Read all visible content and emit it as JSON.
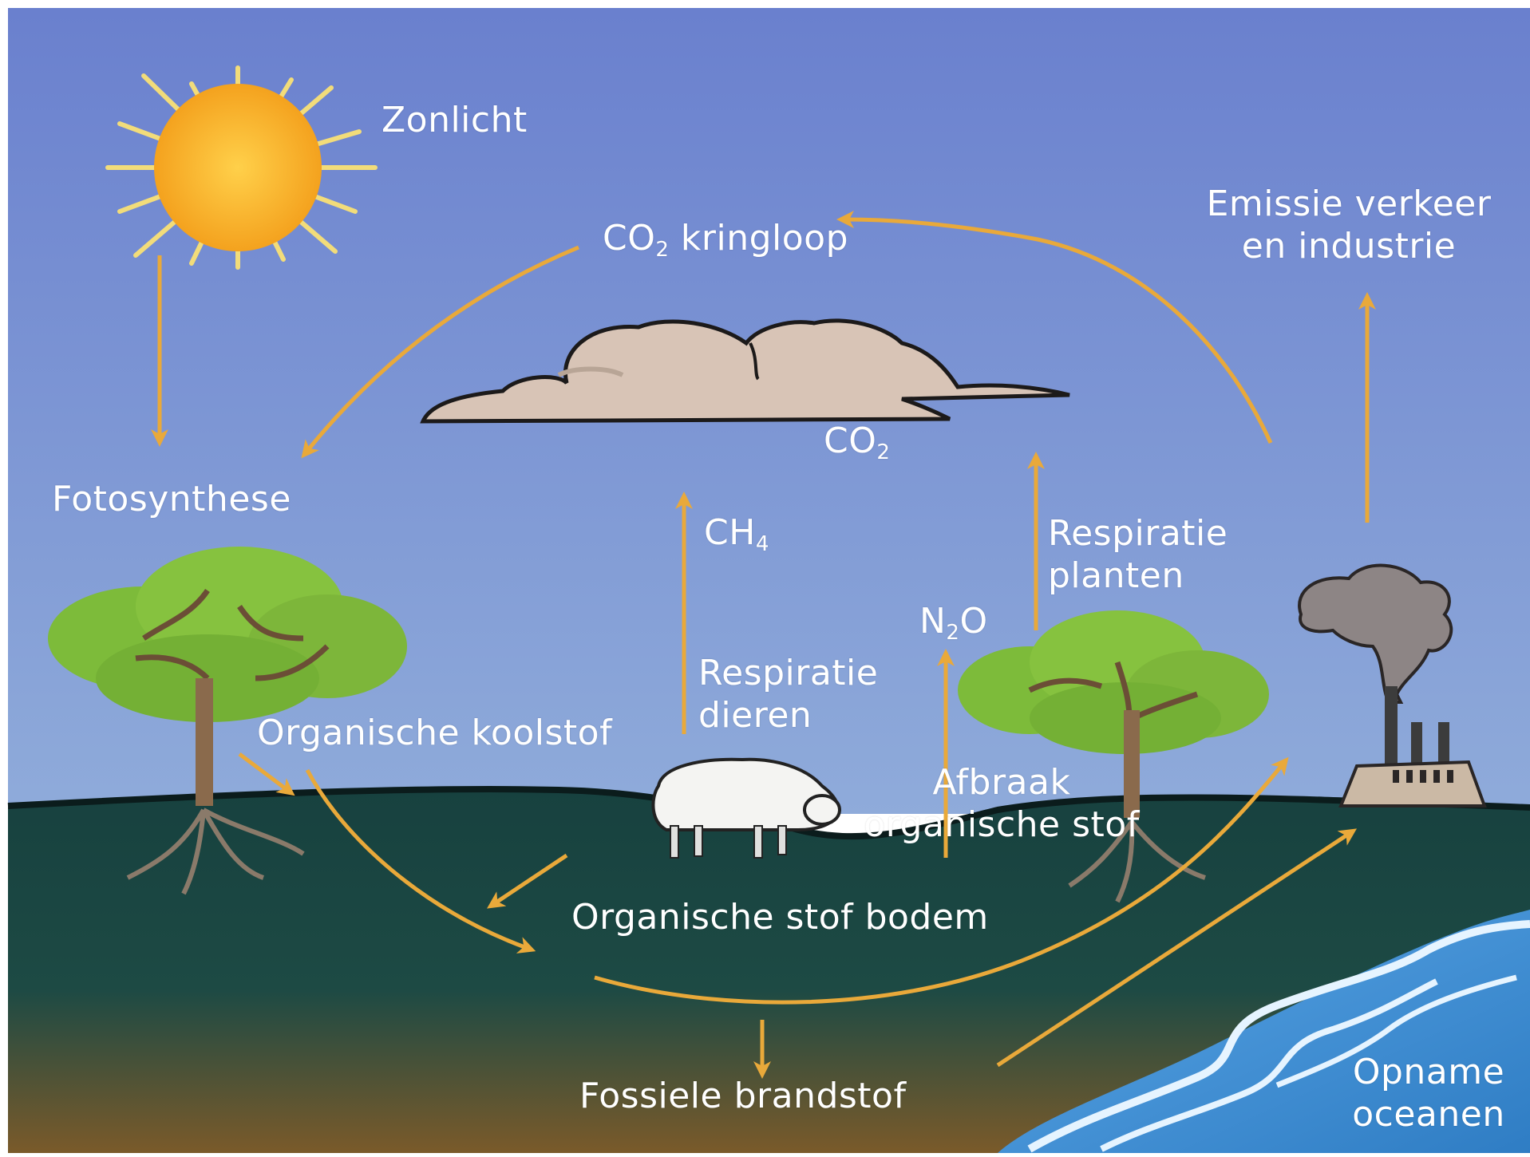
{
  "colors": {
    "sky_top": "#6b82cf",
    "sky_bottom": "#8aa6d8",
    "ground_top": "#18433f",
    "ground_bottom": "#7a5a2a",
    "arrow": "#e9a93a",
    "sun_core": "#f7b733",
    "cloud": "#d6c2b4",
    "leaf": "#7dbb3a",
    "trunk": "#8a6a4c",
    "ocean": "#3f8ccf",
    "smoke": "#8a8282",
    "factory": "#cbb9a5"
  },
  "labels": {
    "zonlicht": "Zonlicht",
    "co2_kringloop_pre": "CO",
    "co2_kringloop_sub": "2",
    "co2_kringloop_post": " kringloop",
    "emissie_line1": "Emissie verkeer",
    "emissie_line2": "en industrie",
    "co2_pre": "CO",
    "co2_sub": "2",
    "fotosynthese": "Fotosynthese",
    "ch4_pre": "CH",
    "ch4_sub": "4",
    "respiratie_planten_line1": "Respiratie",
    "respiratie_planten_line2": "planten",
    "n2o_pre": "N",
    "n2o_sub": "2",
    "n2o_post": "O",
    "respiratie_dieren_line1": "Respiratie",
    "respiratie_dieren_line2": "dieren",
    "organische_koolstof": "Organische koolstof",
    "afbraak_line1": "Afbraak",
    "afbraak_line2": "organische stof",
    "organische_stof_bodem": "Organische stof bodem",
    "fossiele_brandstof": "Fossiele brandstof",
    "opname_line1": "Opname",
    "opname_line2": "oceanen"
  }
}
